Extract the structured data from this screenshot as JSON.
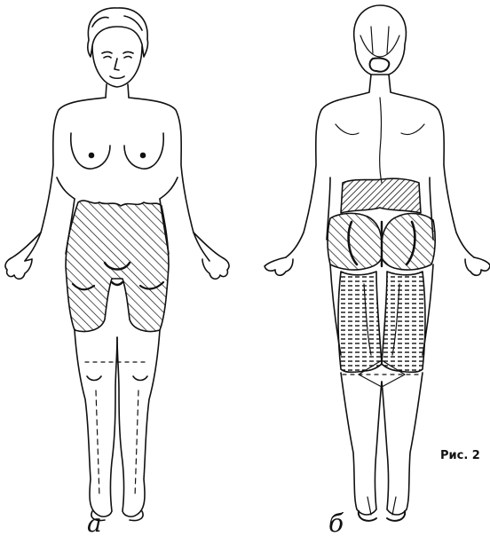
{
  "figure": {
    "panel_a_label": "а",
    "panel_b_label": "б",
    "caption_fragment": "Рис. 2"
  },
  "style": {
    "ink": "#111111",
    "paper": "#ffffff"
  },
  "icons": {
    "front_figure": "female-body-front-icon",
    "back_figure": "female-body-back-icon"
  }
}
